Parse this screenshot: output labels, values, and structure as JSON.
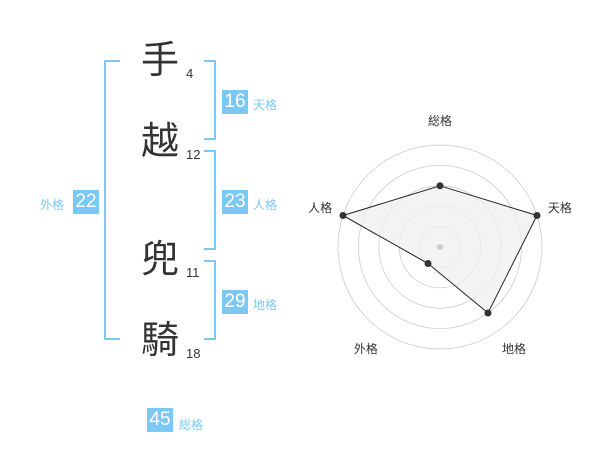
{
  "name": {
    "chars": [
      {
        "char": "手",
        "strokes": "4"
      },
      {
        "char": "越",
        "strokes": "12"
      },
      {
        "char": "兜",
        "strokes": "11"
      },
      {
        "char": "騎",
        "strokes": "18"
      }
    ]
  },
  "fortunes": {
    "ten": {
      "value": "16",
      "label": "天格"
    },
    "jin": {
      "value": "23",
      "label": "人格"
    },
    "chi": {
      "value": "29",
      "label": "地格"
    },
    "gai": {
      "value": "22",
      "label": "外格"
    },
    "total": {
      "value": "45",
      "label": "総格"
    }
  },
  "colors": {
    "accent": "#7cc8f5",
    "text": "#333333",
    "grid": "#cccccc",
    "polygon_fill": "#efefef"
  },
  "chart_data": {
    "type": "radar",
    "axes": [
      "総格",
      "天格",
      "地格",
      "外格",
      "人格"
    ],
    "values": [
      3,
      5,
      4,
      1,
      5
    ],
    "max": 5,
    "rings": 5
  }
}
